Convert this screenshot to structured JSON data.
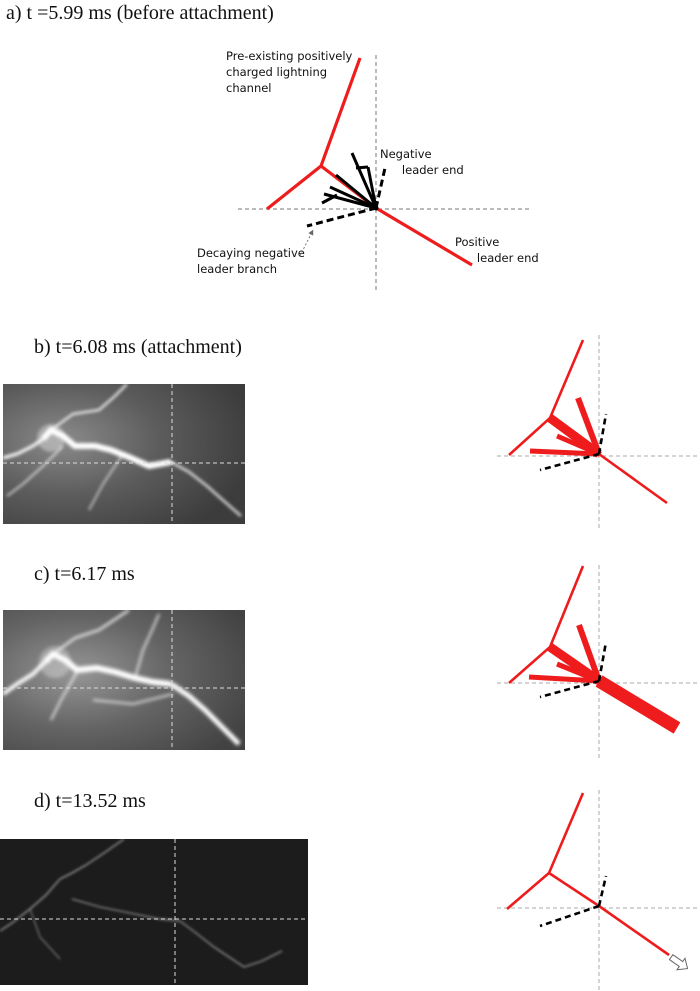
{
  "figure": {
    "colors": {
      "positive_channel": "#ee1c1c",
      "negative_leader": "#000000",
      "axis": "#888888",
      "photo_crosshair": "#dddddd"
    },
    "panels": [
      {
        "id": "a",
        "title": "a)   t =5.99 ms (before attachment)",
        "annotations": {
          "pre_existing": "Pre-existing positively\ncharged lightning\nchannel",
          "negative_end": "Negative\n      leader end",
          "decaying_branch": "Decaying negative\nleader branch",
          "positive_end": "Positive\n      leader end"
        }
      },
      {
        "id": "b",
        "title": "b)   t=6.08 ms (attachment)"
      },
      {
        "id": "c",
        "title": "c)   t=6.17 ms"
      },
      {
        "id": "d",
        "title": "d)   t=13.52 ms"
      }
    ]
  }
}
